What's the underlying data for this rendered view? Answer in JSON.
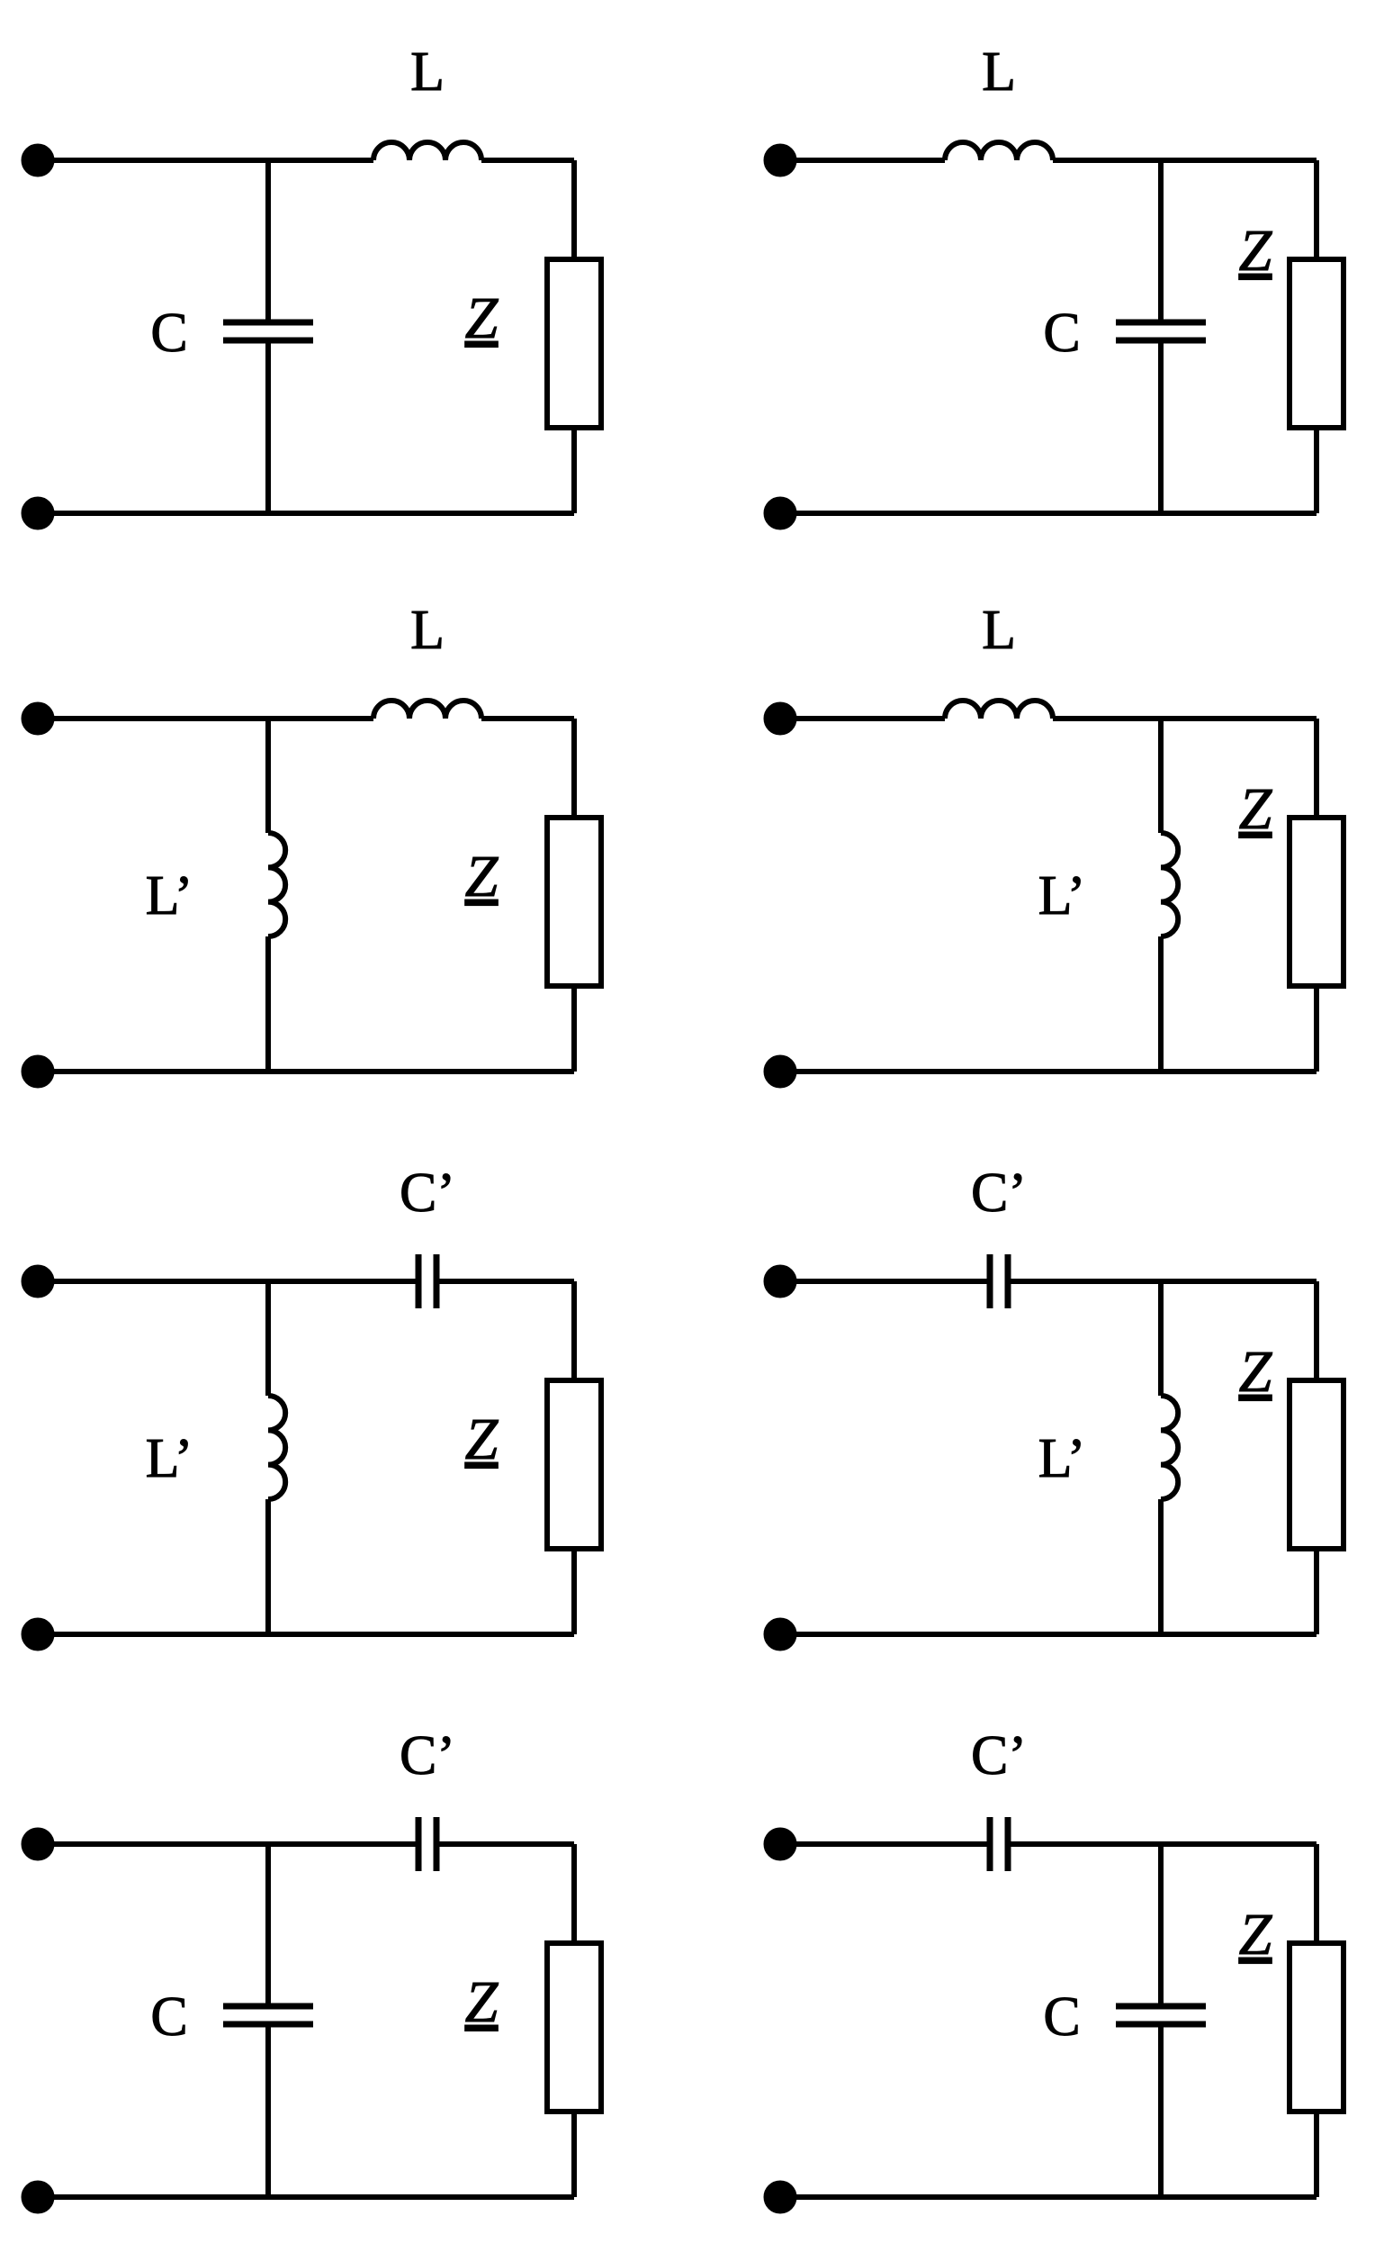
{
  "panels": [
    {
      "series_element": "inductor",
      "series_label": "L",
      "shunt_element": "capacitor",
      "shunt_label": "C",
      "load_label": "Z",
      "shunt_position": "input"
    },
    {
      "series_element": "inductor",
      "series_label": "L",
      "shunt_element": "capacitor",
      "shunt_label": "C",
      "load_label": "Z",
      "shunt_position": "output"
    },
    {
      "series_element": "inductor",
      "series_label": "L",
      "shunt_element": "inductor",
      "shunt_label": "L’",
      "load_label": "Z",
      "shunt_position": "input"
    },
    {
      "series_element": "inductor",
      "series_label": "L",
      "shunt_element": "inductor",
      "shunt_label": "L’",
      "load_label": "Z",
      "shunt_position": "output"
    },
    {
      "series_element": "capacitor",
      "series_label": "C’",
      "shunt_element": "inductor",
      "shunt_label": "L’",
      "load_label": "Z",
      "shunt_position": "input"
    },
    {
      "series_element": "capacitor",
      "series_label": "C’",
      "shunt_element": "inductor",
      "shunt_label": "L’",
      "load_label": "Z",
      "shunt_position": "output"
    },
    {
      "series_element": "capacitor",
      "series_label": "C’",
      "shunt_element": "capacitor",
      "shunt_label": "C",
      "load_label": "Z",
      "shunt_position": "input"
    },
    {
      "series_element": "capacitor",
      "series_label": "C’",
      "shunt_element": "capacitor",
      "shunt_label": "C",
      "load_label": "Z",
      "shunt_position": "output"
    }
  ],
  "style": {
    "line_color": "#000000",
    "background": "#ffffff"
  }
}
